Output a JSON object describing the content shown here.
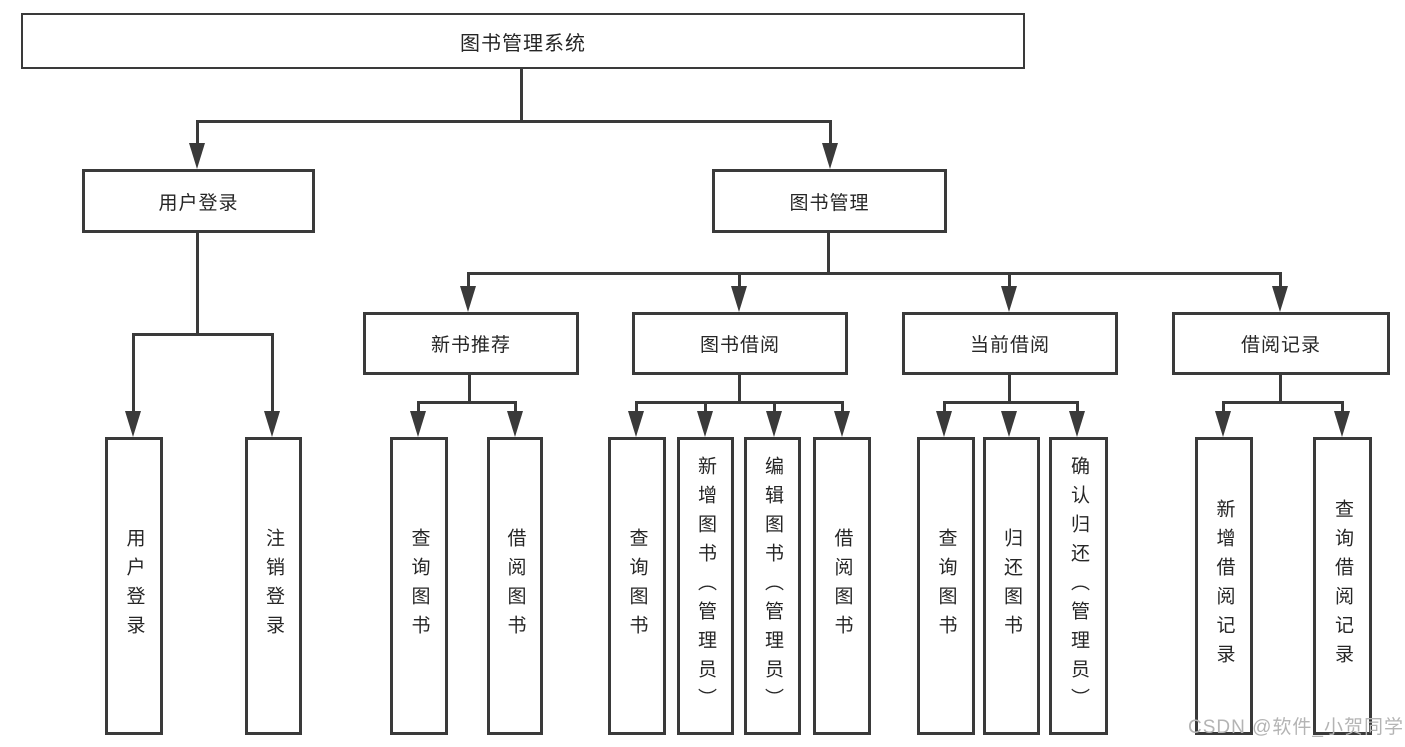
{
  "colors": {
    "line": "#3a3a3a",
    "text": "#262626",
    "watermark": "#b4b4b4",
    "background": "#ffffff"
  },
  "watermark": {
    "text": "CSDN @软件_小贺同学"
  },
  "nodes": {
    "root": {
      "label": "图书管理系统"
    },
    "level2": [
      {
        "label": "用户登录"
      },
      {
        "label": "图书管理",
        "parent": "图书管理系统"
      }
    ],
    "level3": [
      {
        "label": "新书推荐",
        "parent": "图书管理"
      },
      {
        "label": "图书借阅",
        "parent": "图书管理"
      },
      {
        "label": "当前借阅",
        "parent": "图书管理"
      },
      {
        "label": "借阅记录",
        "parent": "图书管理"
      }
    ],
    "leaves": [
      {
        "label": "用户登录",
        "parent": "用户登录"
      },
      {
        "label": "注销登录",
        "parent": "用户登录"
      },
      {
        "label": "查询图书",
        "parent": "新书推荐"
      },
      {
        "label": "借阅图书",
        "parent": "新书推荐"
      },
      {
        "label": "查询图书",
        "parent": "图书借阅"
      },
      {
        "label": "新增图书（管理员）",
        "parent": "图书借阅"
      },
      {
        "label": "编辑图书（管理员）",
        "parent": "图书借阅"
      },
      {
        "label": "借阅图书",
        "parent": "图书借阅"
      },
      {
        "label": "查询图书",
        "parent": "当前借阅"
      },
      {
        "label": "归还图书",
        "parent": "当前借阅"
      },
      {
        "label": "确认归还（管理员）",
        "parent": "当前借阅"
      },
      {
        "label": "新增借阅记录",
        "parent": "借阅记录"
      },
      {
        "label": "查询借阅记录",
        "parent": "借阅记录"
      }
    ]
  }
}
